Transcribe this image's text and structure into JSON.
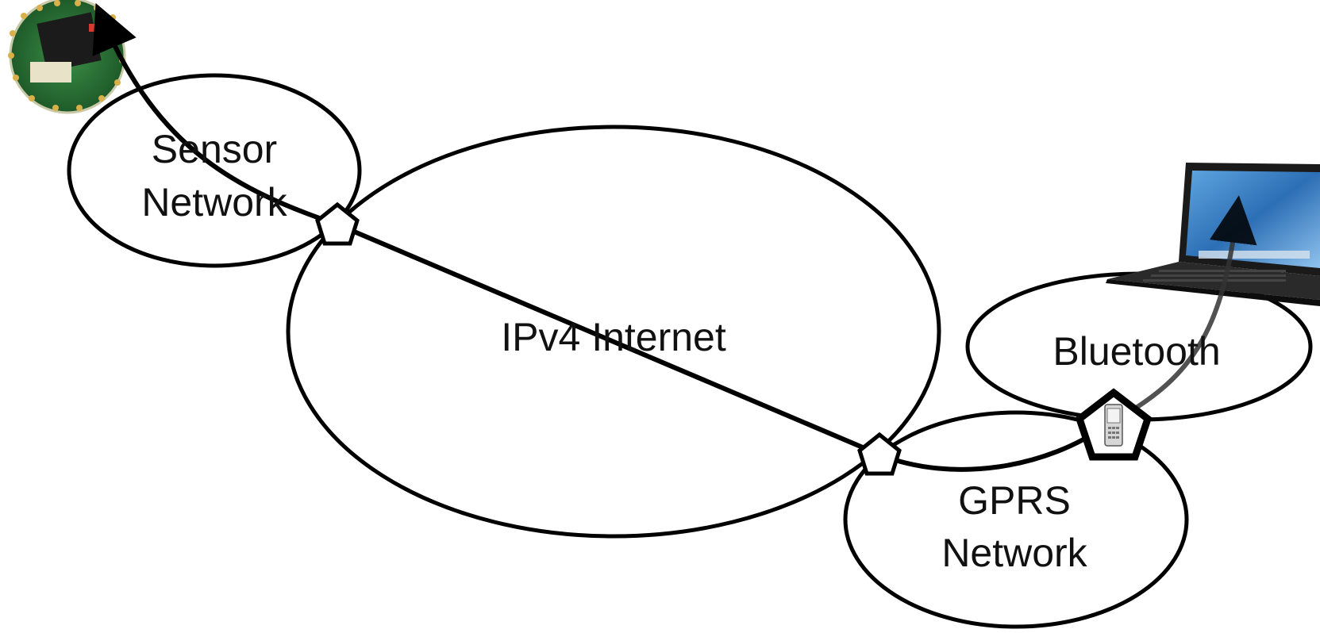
{
  "diagram": {
    "networks": {
      "sensor": {
        "line1": "Sensor",
        "line2": "Network"
      },
      "internet": {
        "label": "IPv4 Internet"
      },
      "bluetooth": {
        "label": "Bluetooth"
      },
      "gprs": {
        "line1": "GPRS",
        "line2": "Network"
      }
    },
    "devices": {
      "sensor_mote": "sensor-board-image",
      "laptop": "laptop-image",
      "phone": "mobile-phone-image"
    },
    "colors": {
      "stroke": "#000000",
      "fill": "#ffffff",
      "sensor_board": "#2f7a3a",
      "laptop_screen": "#3b7fc4",
      "laptop_body": "#1a1a1a"
    }
  }
}
